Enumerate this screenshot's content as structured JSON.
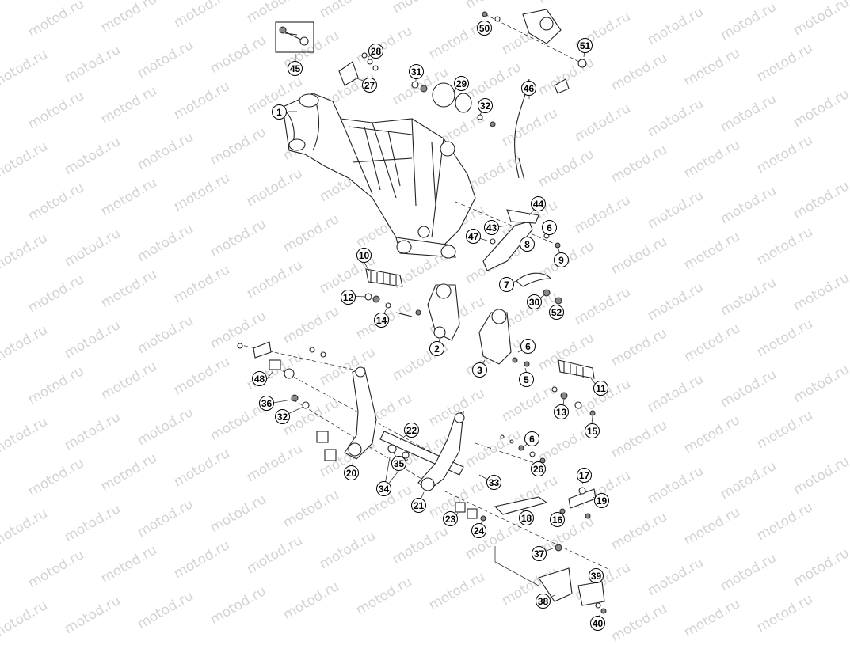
{
  "watermark_text": "motod.ru",
  "callouts": [
    {
      "id": "c1",
      "label": "1"
    },
    {
      "id": "c2",
      "label": "2"
    },
    {
      "id": "c3",
      "label": "3"
    },
    {
      "id": "c5",
      "label": "5"
    },
    {
      "id": "c6a",
      "label": "6"
    },
    {
      "id": "c6b",
      "label": "6"
    },
    {
      "id": "c6c",
      "label": "6"
    },
    {
      "id": "c7",
      "label": "7"
    },
    {
      "id": "c8",
      "label": "8"
    },
    {
      "id": "c9",
      "label": "9"
    },
    {
      "id": "c10",
      "label": "10"
    },
    {
      "id": "c11",
      "label": "11"
    },
    {
      "id": "c12",
      "label": "12"
    },
    {
      "id": "c13",
      "label": "13"
    },
    {
      "id": "c14",
      "label": "14"
    },
    {
      "id": "c15",
      "label": "15"
    },
    {
      "id": "c16",
      "label": "16"
    },
    {
      "id": "c17",
      "label": "17"
    },
    {
      "id": "c18",
      "label": "18"
    },
    {
      "id": "c19",
      "label": "19"
    },
    {
      "id": "c20",
      "label": "20"
    },
    {
      "id": "c21",
      "label": "21"
    },
    {
      "id": "c22",
      "label": "22"
    },
    {
      "id": "c23",
      "label": "23"
    },
    {
      "id": "c24",
      "label": "24"
    },
    {
      "id": "c26",
      "label": "26"
    },
    {
      "id": "c27",
      "label": "27"
    },
    {
      "id": "c28",
      "label": "28"
    },
    {
      "id": "c29",
      "label": "29"
    },
    {
      "id": "c30",
      "label": "30"
    },
    {
      "id": "c31",
      "label": "31"
    },
    {
      "id": "c32a",
      "label": "32"
    },
    {
      "id": "c32b",
      "label": "32"
    },
    {
      "id": "c33",
      "label": "33"
    },
    {
      "id": "c34",
      "label": "34"
    },
    {
      "id": "c35",
      "label": "35"
    },
    {
      "id": "c36",
      "label": "36"
    },
    {
      "id": "c37",
      "label": "37"
    },
    {
      "id": "c38",
      "label": "38"
    },
    {
      "id": "c39",
      "label": "39"
    },
    {
      "id": "c40",
      "label": "40"
    },
    {
      "id": "c43",
      "label": "43"
    },
    {
      "id": "c44",
      "label": "44"
    },
    {
      "id": "c45",
      "label": "45"
    },
    {
      "id": "c46",
      "label": "46"
    },
    {
      "id": "c47",
      "label": "47"
    },
    {
      "id": "c48",
      "label": "48"
    },
    {
      "id": "c50",
      "label": "50"
    },
    {
      "id": "c51",
      "label": "51"
    },
    {
      "id": "c52",
      "label": "52"
    }
  ]
}
